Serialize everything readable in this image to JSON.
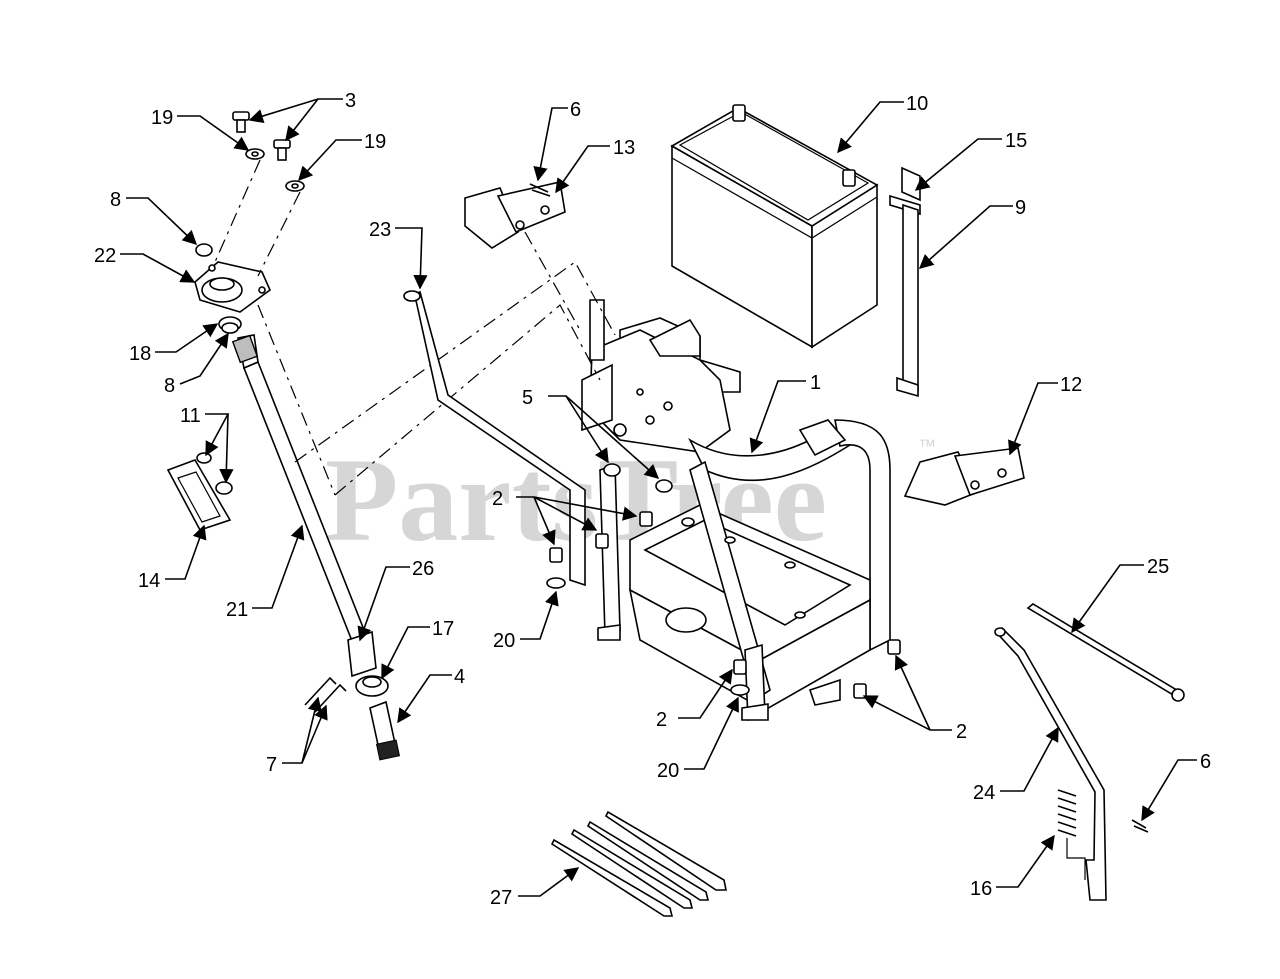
{
  "watermark": {
    "text": "PartsTree",
    "tm": "™"
  },
  "callouts": [
    {
      "id": "c1",
      "text": "1"
    },
    {
      "id": "c2a",
      "text": "2"
    },
    {
      "id": "c2b",
      "text": "2"
    },
    {
      "id": "c2c",
      "text": "2"
    },
    {
      "id": "c3",
      "text": "3"
    },
    {
      "id": "c4",
      "text": "4"
    },
    {
      "id": "c5",
      "text": "5"
    },
    {
      "id": "c6a",
      "text": "6"
    },
    {
      "id": "c6b",
      "text": "6"
    },
    {
      "id": "c7",
      "text": "7"
    },
    {
      "id": "c8a",
      "text": "8"
    },
    {
      "id": "c8b",
      "text": "8"
    },
    {
      "id": "c9",
      "text": "9"
    },
    {
      "id": "c10",
      "text": "10"
    },
    {
      "id": "c11",
      "text": "11"
    },
    {
      "id": "c12",
      "text": "12"
    },
    {
      "id": "c13",
      "text": "13"
    },
    {
      "id": "c14",
      "text": "14"
    },
    {
      "id": "c15",
      "text": "15"
    },
    {
      "id": "c16",
      "text": "16"
    },
    {
      "id": "c17",
      "text": "17"
    },
    {
      "id": "c18",
      "text": "18"
    },
    {
      "id": "c19a",
      "text": "19"
    },
    {
      "id": "c19b",
      "text": "19"
    },
    {
      "id": "c20a",
      "text": "20"
    },
    {
      "id": "c20b",
      "text": "20"
    },
    {
      "id": "c21",
      "text": "21"
    },
    {
      "id": "c22",
      "text": "22"
    },
    {
      "id": "c23",
      "text": "23"
    },
    {
      "id": "c24",
      "text": "24"
    },
    {
      "id": "c25",
      "text": "25"
    },
    {
      "id": "c26",
      "text": "26"
    },
    {
      "id": "c27",
      "text": "27"
    }
  ]
}
